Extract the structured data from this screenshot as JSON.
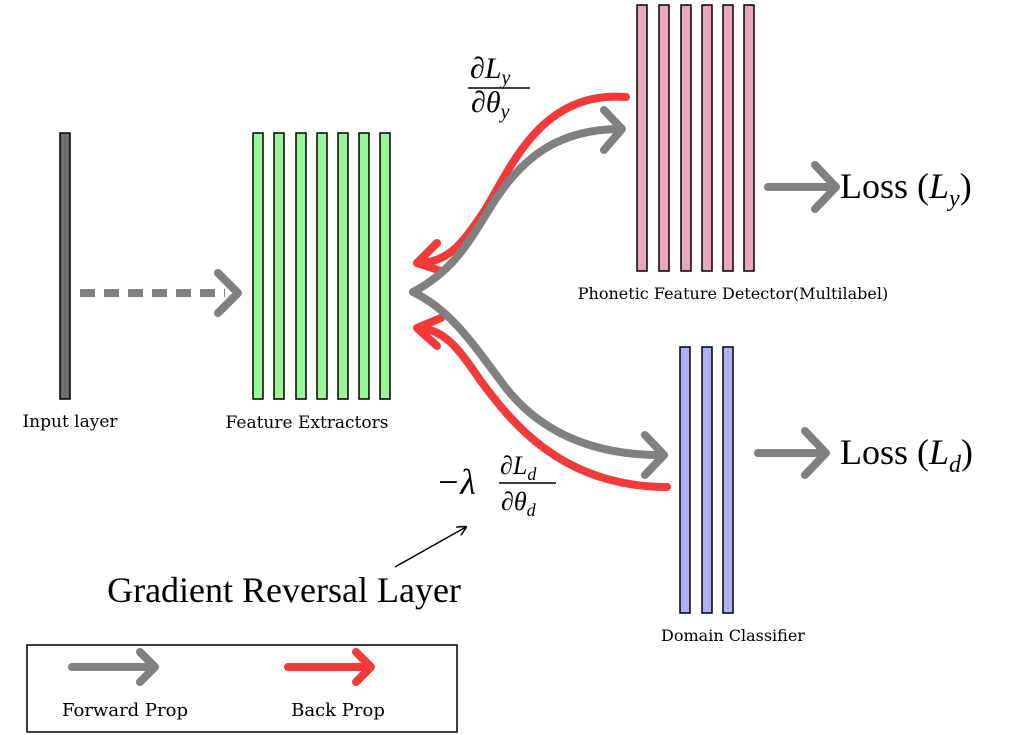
{
  "layers": {
    "input": {
      "label": "Input layer",
      "color": "#6e6e6e",
      "bars": 1
    },
    "feature_extractor": {
      "label": "Feature Extractors",
      "color": "#98f598",
      "bars": 7
    },
    "phonetic_detector": {
      "label": "Phonetic Feature Detector(Multilabel)",
      "color": "#e8a7bb",
      "bars": 6
    },
    "domain_classifier": {
      "label": "Domain Classifier",
      "color": "#aeb0f2",
      "bars": 3
    }
  },
  "losses": {
    "y": {
      "prefix": "Loss (",
      "symbol": "L",
      "subscript": "y",
      "suffix": ")"
    },
    "d": {
      "prefix": "Loss (",
      "symbol": "L",
      "subscript": "d",
      "suffix": ")"
    }
  },
  "gradients": {
    "label_grad": {
      "num": "∂L",
      "num_sub": "y",
      "den": "∂θ",
      "den_sub": "y"
    },
    "domain_grad": {
      "prefix": "−λ",
      "num": "∂L",
      "num_sub": "d",
      "den": "∂θ",
      "den_sub": "d"
    }
  },
  "gradient_reversal_label": "Gradient Reversal Layer",
  "legend": {
    "forward": {
      "label": "Forward Prop",
      "color": "#808080"
    },
    "back": {
      "label": "Back Prop",
      "color": "#f23a3a"
    }
  }
}
